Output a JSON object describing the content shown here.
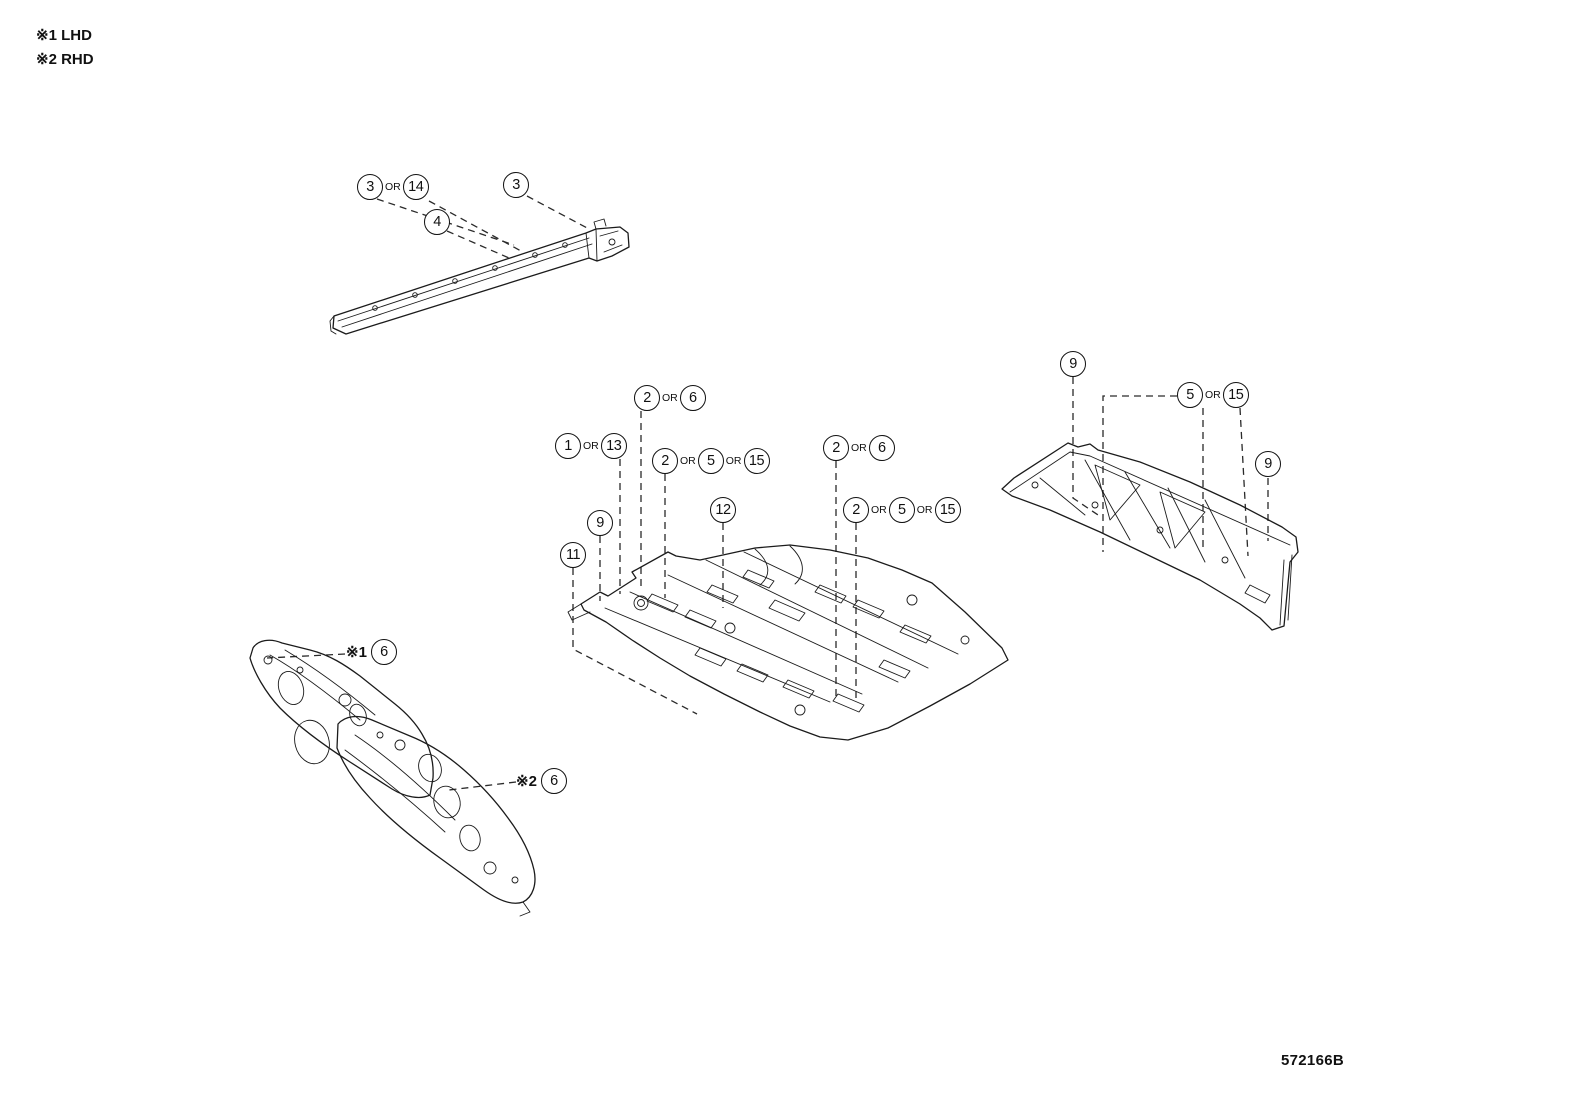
{
  "legend": {
    "note1": "※1 LHD",
    "note2": "※2 RHD"
  },
  "diagram_id": "572166B",
  "callouts": [
    {
      "name": "rocker-3-or-14",
      "items": [
        {
          "type": "circle",
          "label": "3"
        },
        {
          "type": "or",
          "label": "OR"
        },
        {
          "type": "circle",
          "label": "14"
        }
      ]
    },
    {
      "name": "rocker-4",
      "items": [
        {
          "type": "circle",
          "label": "4"
        }
      ]
    },
    {
      "name": "rocker-3",
      "items": [
        {
          "type": "circle",
          "label": "3"
        }
      ]
    },
    {
      "name": "floorpan-2-or-6-upper",
      "items": [
        {
          "type": "circle",
          "label": "2"
        },
        {
          "type": "or",
          "label": "OR"
        },
        {
          "type": "circle",
          "label": "6"
        }
      ]
    },
    {
      "name": "floorpan-1-or-13",
      "items": [
        {
          "type": "circle",
          "label": "1"
        },
        {
          "type": "or",
          "label": "OR"
        },
        {
          "type": "circle",
          "label": "13"
        }
      ]
    },
    {
      "name": "floorpan-2-or-5-or-15-left",
      "items": [
        {
          "type": "circle",
          "label": "2"
        },
        {
          "type": "or",
          "label": "OR"
        },
        {
          "type": "circle",
          "label": "5"
        },
        {
          "type": "or",
          "label": "OR"
        },
        {
          "type": "circle",
          "label": "15"
        }
      ]
    },
    {
      "name": "floorpan-2-or-6-right",
      "items": [
        {
          "type": "circle",
          "label": "2"
        },
        {
          "type": "or",
          "label": "OR"
        },
        {
          "type": "circle",
          "label": "6"
        }
      ]
    },
    {
      "name": "floorpan-2-or-5-or-15-right",
      "items": [
        {
          "type": "circle",
          "label": "2"
        },
        {
          "type": "or",
          "label": "OR"
        },
        {
          "type": "circle",
          "label": "5"
        },
        {
          "type": "or",
          "label": "OR"
        },
        {
          "type": "circle",
          "label": "15"
        }
      ]
    },
    {
      "name": "floorpan-12",
      "items": [
        {
          "type": "circle",
          "label": "12"
        }
      ]
    },
    {
      "name": "floorpan-9",
      "items": [
        {
          "type": "circle",
          "label": "9"
        }
      ]
    },
    {
      "name": "floorpan-11",
      "items": [
        {
          "type": "circle",
          "label": "11"
        }
      ]
    },
    {
      "name": "rearfloor-9-left",
      "items": [
        {
          "type": "circle",
          "label": "9"
        }
      ]
    },
    {
      "name": "rearfloor-5-or-15",
      "items": [
        {
          "type": "circle",
          "label": "5"
        },
        {
          "type": "or",
          "label": "OR"
        },
        {
          "type": "circle",
          "label": "15"
        }
      ]
    },
    {
      "name": "rearfloor-9-right",
      "items": [
        {
          "type": "circle",
          "label": "9"
        }
      ]
    },
    {
      "name": "dash-note1-6",
      "items": [
        {
          "type": "note",
          "label": "※1"
        },
        {
          "type": "circle",
          "label": "6"
        }
      ]
    },
    {
      "name": "dash-note2-6",
      "items": [
        {
          "type": "note",
          "label": "※2"
        },
        {
          "type": "circle",
          "label": "6"
        }
      ]
    }
  ]
}
